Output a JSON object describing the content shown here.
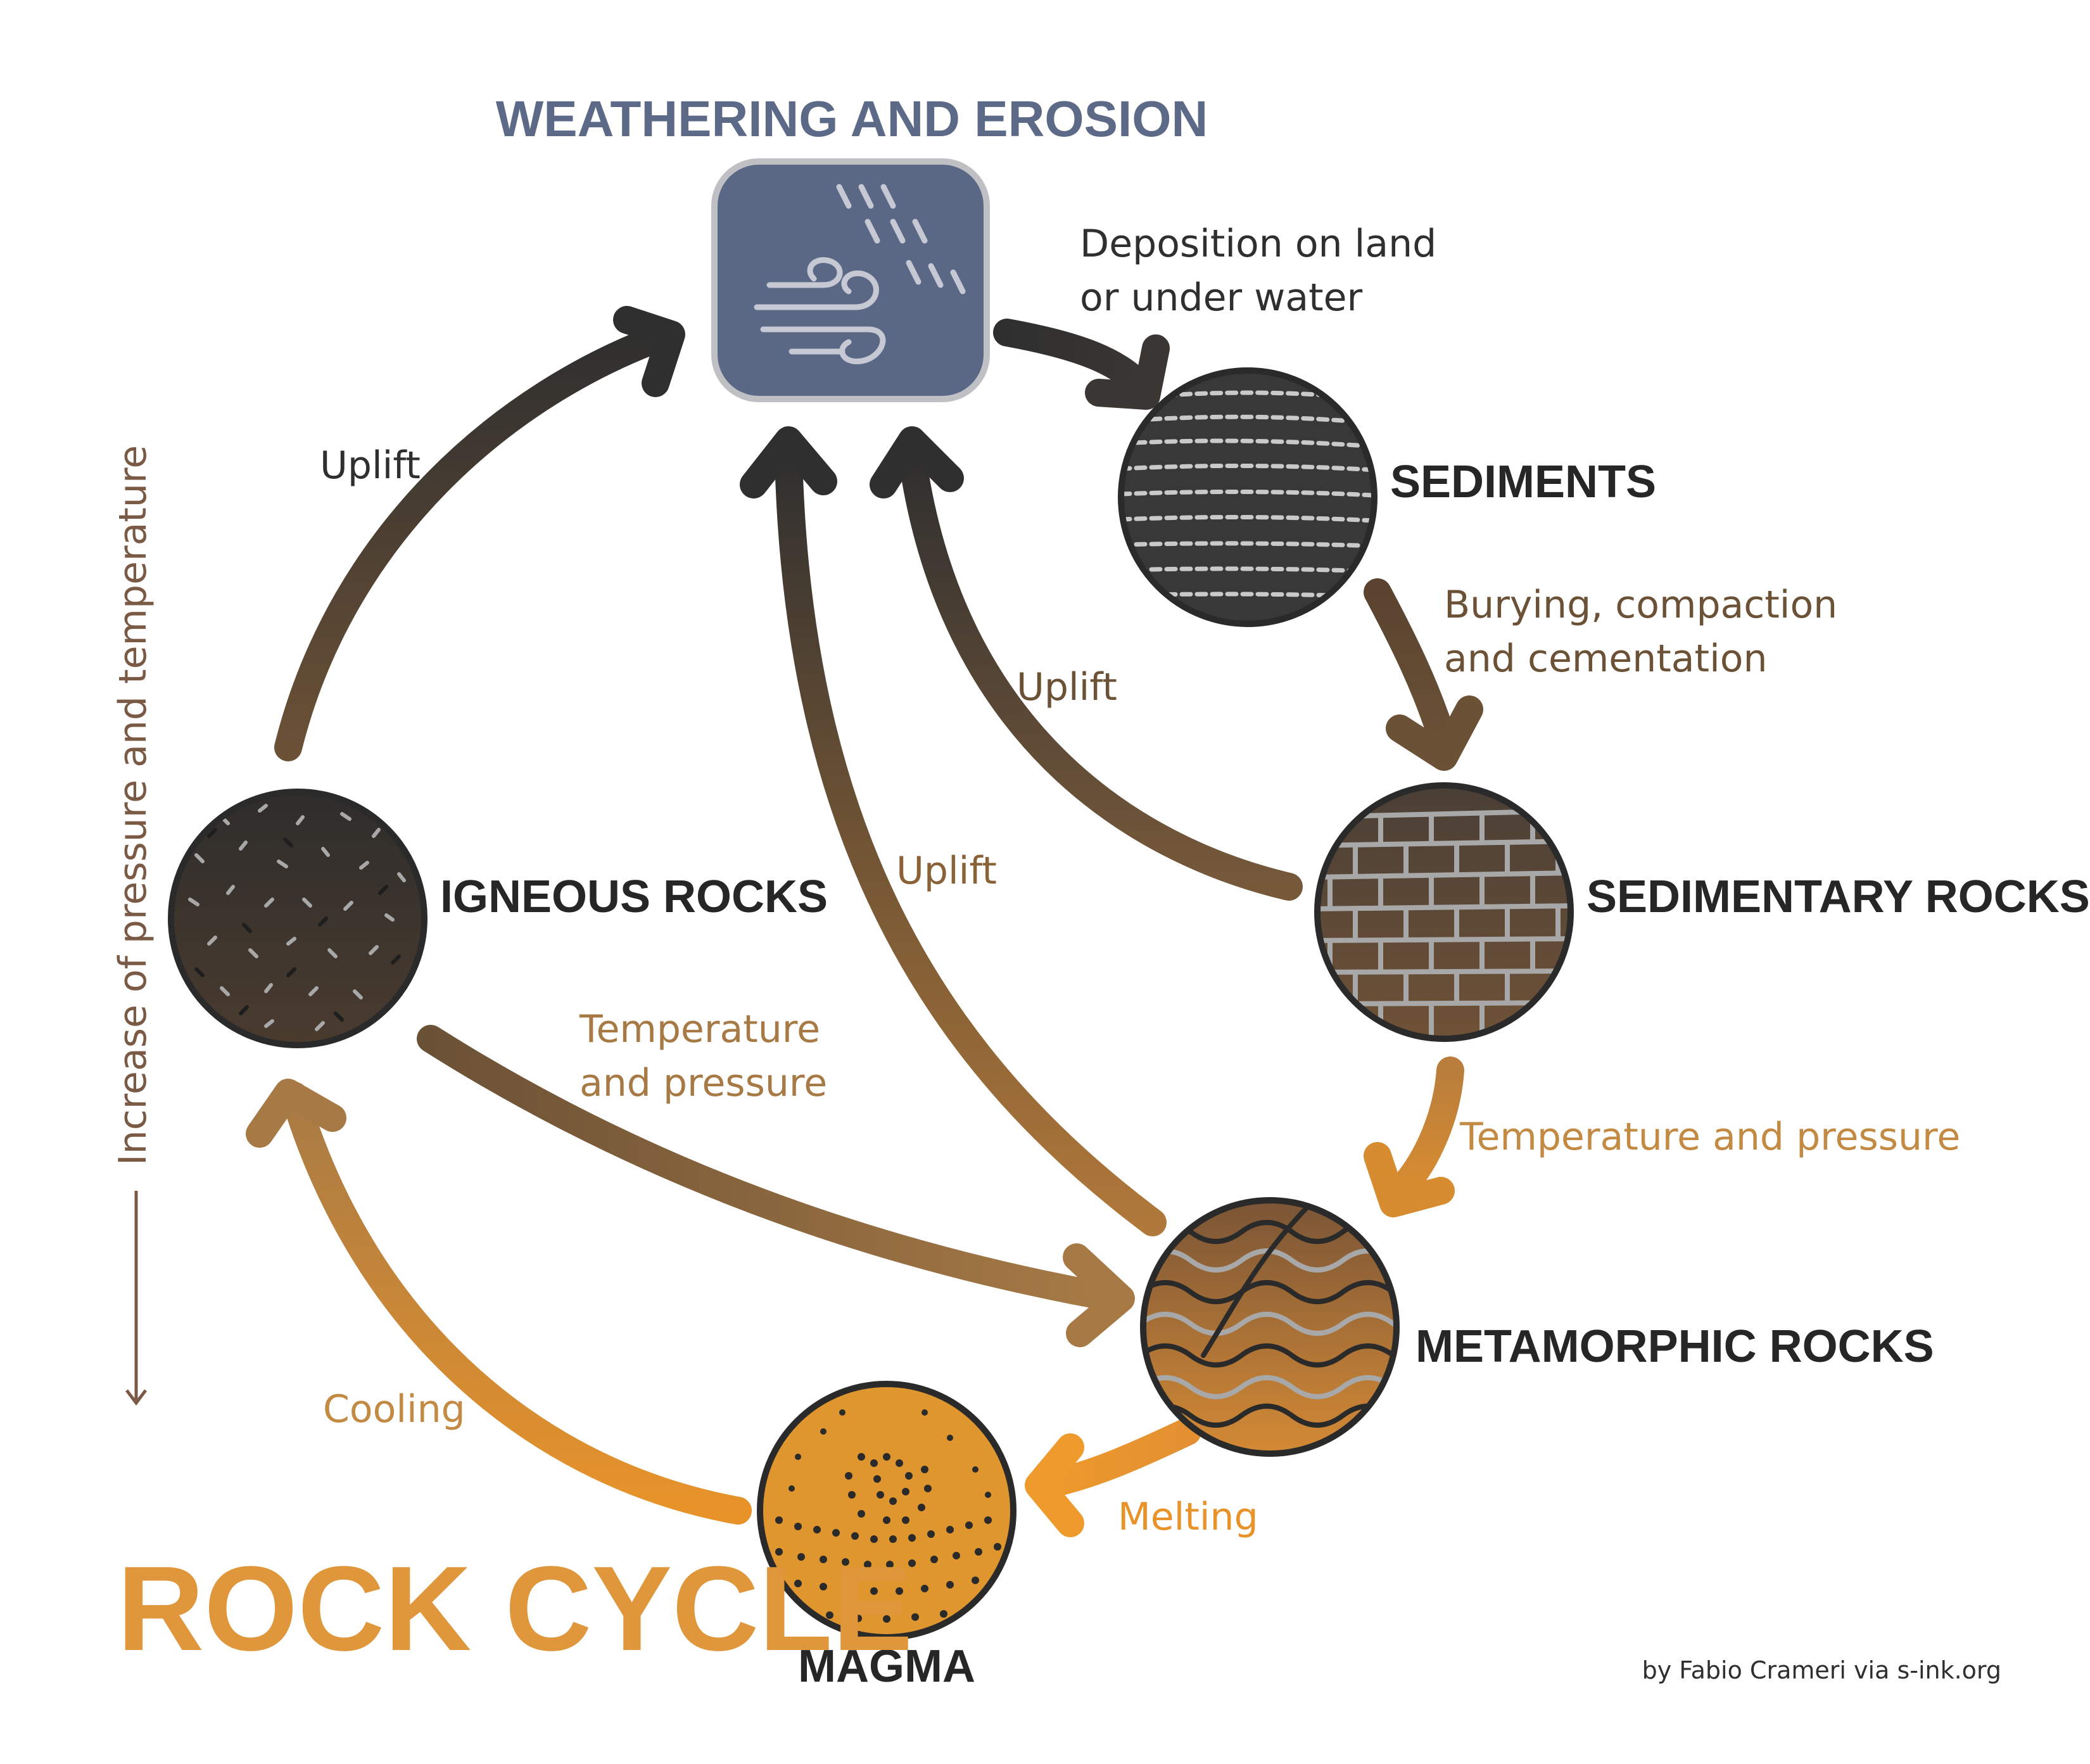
{
  "title": "ROCK CYCLE",
  "credit": "by Fabio Crameri via s-ink.org",
  "side_axis_label": "Increase of pressure and temperature",
  "nodes": {
    "weathering": "WEATHERING AND EROSION",
    "sediments": "SEDIMENTS",
    "sedimentary": "SEDIMENTARY ROCKS",
    "metamorphic": "METAMORPHIC ROCKS",
    "igneous": "IGNEOUS ROCKS",
    "magma": "MAGMA"
  },
  "edges": {
    "deposition_line1": "Deposition on land",
    "deposition_line2": "or under water",
    "burying_line1": "Burying, compaction",
    "burying_line2": "and cementation",
    "temp_pressure_right": "Temperature and pressure",
    "temp_pressure_left_line1": "Temperature",
    "temp_pressure_left_line2": "and pressure",
    "melting": "Melting",
    "cooling": "Cooling",
    "uplift_igneous": "Uplift",
    "uplift_sedimentary": "Uplift",
    "uplift_metamorphic": "Uplift"
  },
  "colors": {
    "title": "#E0963A",
    "weathering_title": "#5C6A88",
    "weathering_box": "#5A6886",
    "dark": "#2F2F2F",
    "brown": "#6B5136",
    "tan": "#A77A45",
    "orange": "#E8932A",
    "axis": "#7A5A45"
  }
}
